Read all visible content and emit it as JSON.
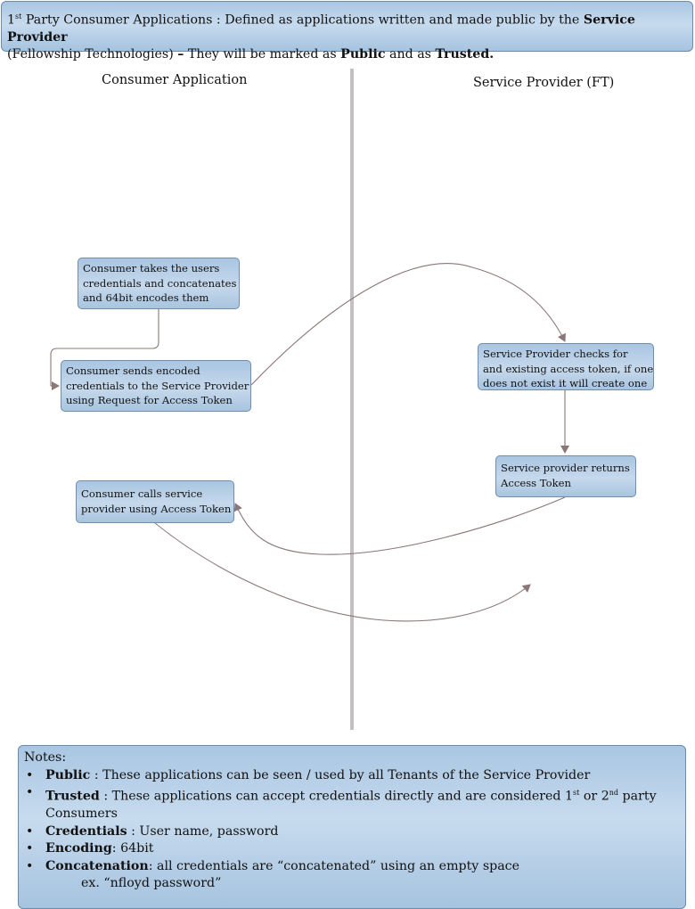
{
  "header": {
    "line1_prefix": "1",
    "line1_sup": "st",
    "line1_text": " Party Consumer Applications : Defined as applications written and made public by the ",
    "line1_bold": "Service Provider",
    "line2_text": "(Fellowship Technologies) ",
    "line2_bold_dash": "–",
    "line2_mid": " They will be marked as ",
    "line2_bold1": "Public",
    "line2_mid2": " and as ",
    "line2_bold2": "Trusted."
  },
  "columns": {
    "left_title": "Consumer Application",
    "right_title": "Service Provider (FT)"
  },
  "boxes": {
    "concat": [
      "Consumer takes the users",
      "credentials and concatenates",
      "and 64bit encodes them"
    ],
    "send": [
      "Consumer sends encoded",
      "credentials to the Service Provider",
      "using Request for Access Token"
    ],
    "check": [
      "Service Provider checks for",
      "and existing access token, if one",
      "does not exist it will create one"
    ],
    "returns": [
      "Service provider returns",
      "Access Token"
    ],
    "calls": [
      "Consumer calls service",
      "provider using Access Token"
    ]
  },
  "colors": {
    "box_fill": "#bcd3ea",
    "box_border": "#6f8dac",
    "arrow": "#8a7777",
    "divider": "#c6bfc1"
  },
  "notes": {
    "title": "Notes:",
    "items": [
      {
        "term": "Public",
        "sep": " : ",
        "text": "These applications can be seen / used by all Tenants of the Service Provider"
      },
      {
        "term": "Trusted",
        "sep": " : ",
        "text_a": "These applications can accept credentials directly and are considered 1",
        "sup_a": "st",
        "text_b": " or 2",
        "sup_b": "nd",
        "text_c": " party",
        "line2": "Consumers"
      },
      {
        "term": "Credentials",
        "sep": " : ",
        "text": "User name, password"
      },
      {
        "term": "Encoding",
        "sep": ": ",
        "text": "64bit"
      },
      {
        "term": "Concatenation",
        "sep": ": ",
        "text": "all credentials are “concatenated” using an empty space",
        "example": "ex. “nfloyd password”"
      }
    ]
  }
}
